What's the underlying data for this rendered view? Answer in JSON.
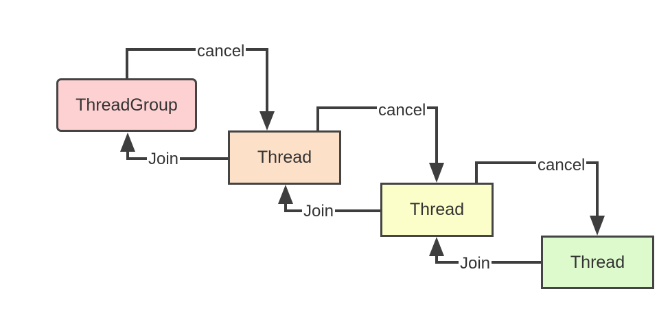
{
  "nodes": [
    {
      "id": "threadgroup",
      "label": "ThreadGroup",
      "fill": "#fdd0d2"
    },
    {
      "id": "thread1",
      "label": "Thread",
      "fill": "#fde0c8"
    },
    {
      "id": "thread2",
      "label": "Thread",
      "fill": "#fbfec8"
    },
    {
      "id": "thread3",
      "label": "Thread",
      "fill": "#dcfacb"
    }
  ],
  "edges": [
    {
      "from": "threadgroup",
      "to": "thread1",
      "label": "cancel"
    },
    {
      "from": "thread1",
      "to": "thread2",
      "label": "cancel"
    },
    {
      "from": "thread2",
      "to": "thread3",
      "label": "cancel"
    },
    {
      "from": "thread1",
      "to": "threadgroup",
      "label": "Join"
    },
    {
      "from": "thread2",
      "to": "thread1",
      "label": "Join"
    },
    {
      "from": "thread3",
      "to": "thread2",
      "label": "Join"
    }
  ],
  "colors": {
    "stroke": "#3e3e3e",
    "text": "#333333"
  }
}
